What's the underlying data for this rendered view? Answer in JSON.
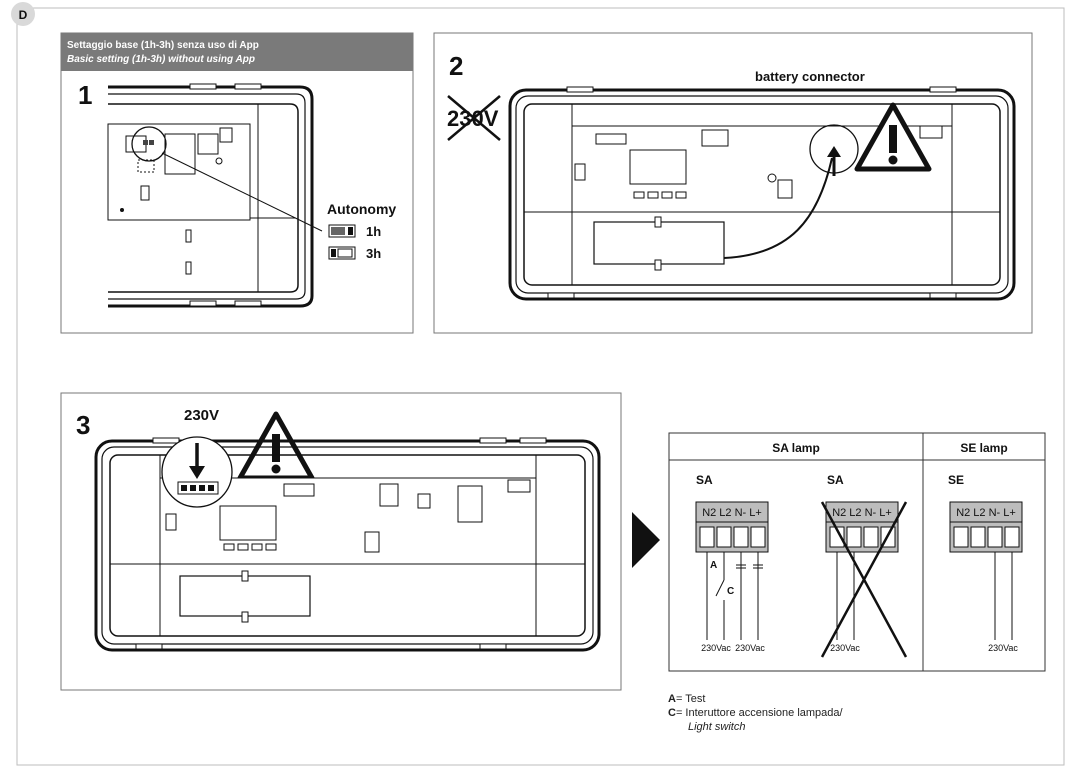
{
  "section_letter": "D",
  "panel1": {
    "step": "1",
    "banner_it": "Settaggio base (1h-3h) senza uso di App",
    "banner_en": "Basic setting (1h-3h) without using App",
    "autonomy_title": "Autonomy",
    "option_1h": "1h",
    "option_3h": "3h"
  },
  "panel2": {
    "step": "2",
    "voltage_crossed": "230V",
    "battery_label": "battery connector"
  },
  "panel3": {
    "step": "3",
    "voltage": "230V"
  },
  "wiring": {
    "header_sa": "SA lamp",
    "header_se": "SE lamp",
    "col1_title": "SA",
    "col2_title": "SA",
    "col3_title": "SE",
    "terminals": "N2 L2 N- L+",
    "label_a": "A",
    "label_c": "C",
    "vac_label": "230Vac"
  },
  "legend": {
    "a_key": "A",
    "a_text": "= Test",
    "c_key": "C",
    "c_text": "= Interuttore accensione lampada/",
    "c_text_en": "Light switch"
  },
  "colors": {
    "banner": "#7a7a7a",
    "line": "#111111",
    "badge": "#d9d9d9"
  }
}
